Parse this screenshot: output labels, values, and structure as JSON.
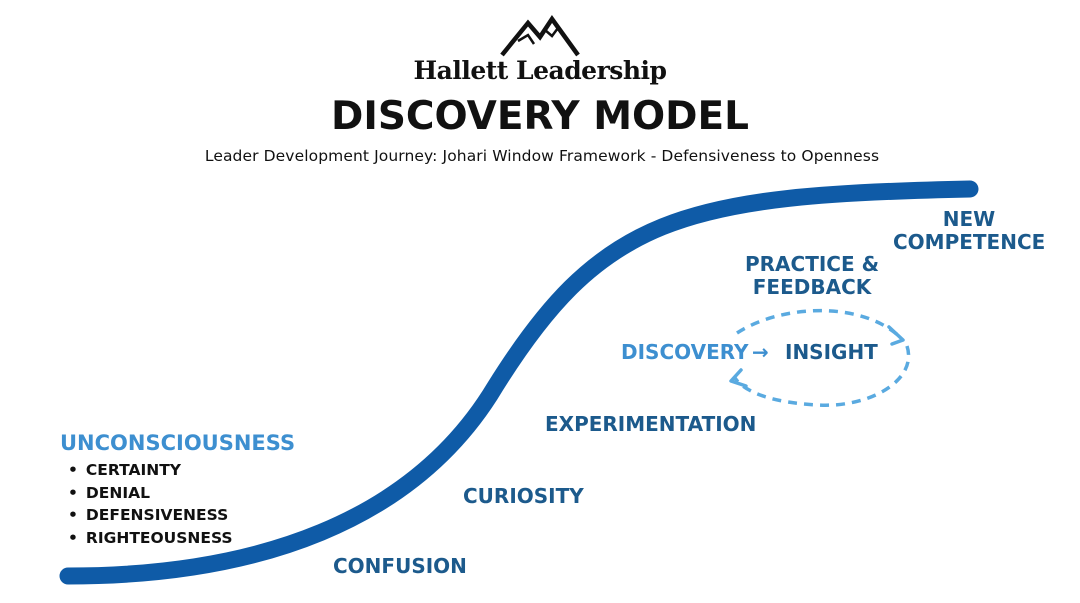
{
  "brand": {
    "name": "Hallett Leadership",
    "logo_icon": "mountain-peaks-icon"
  },
  "title": "DISCOVERY MODEL",
  "subtitle": "Leader Development Journey: Johari Window Framework - Defensiveness to Openness",
  "colors": {
    "curve": "#0f5ba7",
    "dark_label": "#1c5a8c",
    "light_label": "#3d8fd0",
    "loop": "#5aaae0"
  },
  "stages": {
    "unconsciousness": {
      "label": "UNCONSCIOUSNESS",
      "items": [
        "CERTAINTY",
        "DENIAL",
        "DEFENSIVENESS",
        "RIGHTEOUSNESS"
      ]
    },
    "confusion": "CONFUSION",
    "curiosity": "CURIOSITY",
    "experimentation": "EXPERIMENTATION",
    "discovery": "DISCOVERY",
    "insight": "INSIGHT",
    "practice": [
      "PRACTICE &",
      "FEEDBACK"
    ],
    "new_competence": [
      "NEW",
      "COMPETENCE"
    ]
  },
  "loop_arrow": "→"
}
